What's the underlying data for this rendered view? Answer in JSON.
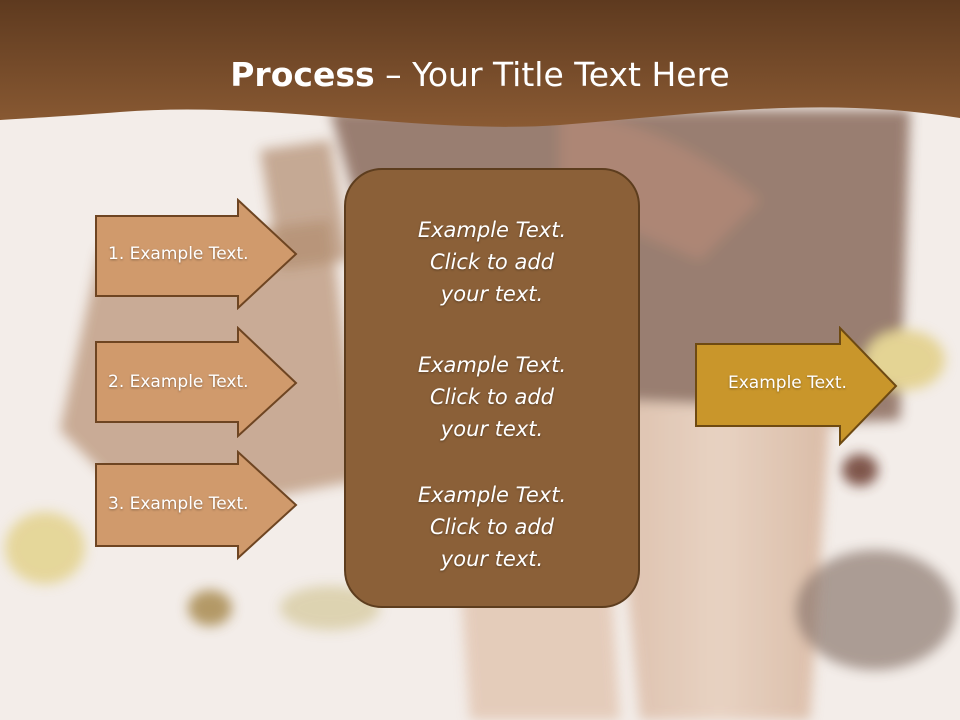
{
  "title": {
    "bold": "Process",
    "rest": " – Your Title Text Here"
  },
  "left_arrows": [
    {
      "label": "1. Example Text."
    },
    {
      "label": "2. Example Text."
    },
    {
      "label": "3. Example Text."
    }
  ],
  "center_box": {
    "paragraphs": [
      {
        "line1": "Example Text.",
        "line2": "Click  to add",
        "line3": "your text."
      },
      {
        "line1": "Example Text.",
        "line2": "Click  to add",
        "line3": "your text."
      },
      {
        "line1": "Example Text.",
        "line2": "Click  to add",
        "line3": "your text."
      }
    ]
  },
  "right_arrow": {
    "label": "Example Text."
  },
  "colors": {
    "header_band": "#7a4f2c",
    "left_arrow_fill": "#d09a6c",
    "left_arrow_border": "#6e4522",
    "center_box_fill": "#8b6038",
    "right_arrow_fill": "#c9962b",
    "right_arrow_border": "#6e4a12"
  }
}
